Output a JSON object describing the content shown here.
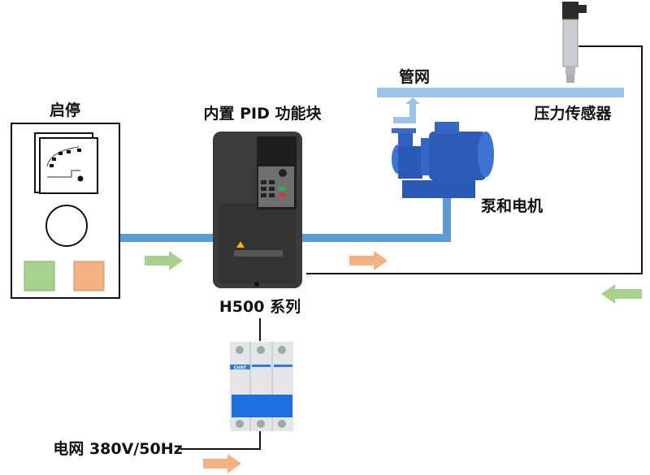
{
  "labels": {
    "start_stop": "启停",
    "pid_block": "内置 PID 功能块",
    "series": "H500 系列",
    "pipe_network": "管网",
    "pressure_sensor": "压力传感器",
    "pump_motor": "泵和电机",
    "grid": "电网 380V/50Hz"
  },
  "breaker_brand": "CHNT",
  "colors": {
    "pipe": "#5b9bd5",
    "pipe_network": "#9dc3e6",
    "arrow_green": "#a9d18e",
    "arrow_orange": "#f4b183",
    "inverter": "#3b3b3d",
    "pump": "#2c5cb8",
    "breaker_handle": "#1f6fe0"
  }
}
